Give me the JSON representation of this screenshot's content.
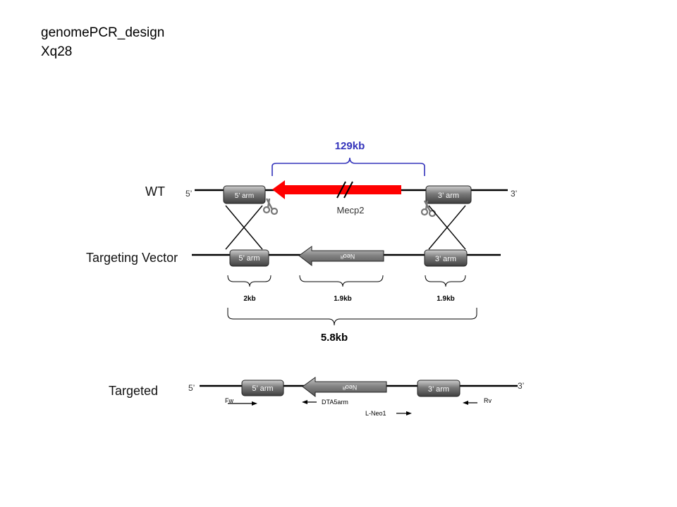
{
  "title": {
    "line1": "genomePCR_design",
    "line2": "Xq28"
  },
  "rows": {
    "wt": {
      "label": "WT",
      "five_prime": "5’",
      "three_prime": "3’"
    },
    "vector": {
      "label": "Targeting Vector"
    },
    "targeted": {
      "label": "Targeted",
      "five_prime": "5’",
      "three_prime": "3’"
    }
  },
  "wt": {
    "five_arm": "5’ arm",
    "three_arm": "3’ arm",
    "gene": "Mecp2",
    "deletion_size": "129kb"
  },
  "vector": {
    "five_arm": "5’ arm",
    "neo": "Neoᴿ",
    "three_arm": "3’ arm"
  },
  "sizes": {
    "five_arm": "2kb",
    "neo": "1.9kb",
    "three_arm": "1.9kb",
    "total": "5.8kb"
  },
  "targeted": {
    "five_arm": "5’ arm",
    "neo": "Neoᴿ",
    "three_arm": "3’ arm"
  },
  "primers": {
    "fw": "Fw",
    "dta": "DTA5arm",
    "lneo": "L-Neo1",
    "rv": "Rv"
  },
  "colors": {
    "gene_arrow": "#ff0000",
    "bracket_129": "#3333bb",
    "arm_box": "#666666",
    "neo_arrow": "#777777"
  }
}
